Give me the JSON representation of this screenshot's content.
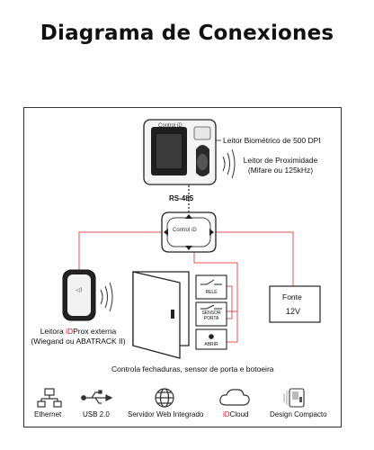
{
  "title": "Diagrama de Conexiones",
  "brand": "Control iD",
  "labels": {
    "biometric": "Leitor Biométrico de 500 DPI",
    "proximity_line1": "Leitor de Proximidade",
    "proximity_line2": "(Mifare ou 125kHz)",
    "rs485": "RS-485",
    "fonte": "Fonte",
    "voltage": "12V",
    "rele": "RELÉ",
    "sensor_line1": "SENSOR",
    "sensor_line2": "PORTA",
    "abrir": "ABRIR",
    "external_reader_prefix": "Leitora ",
    "external_reader_brand": "iD",
    "external_reader_suffix": "Prox externa",
    "external_reader_line2": "(Wiegand ou ABATRACK II)",
    "controls": "Controla fechaduras, sensor de porta e botoeira"
  },
  "features": [
    {
      "icon": "ethernet-icon",
      "label": "Ethernet"
    },
    {
      "icon": "usb-icon",
      "label": "USB 2.0"
    },
    {
      "icon": "globe-icon",
      "label": "Servidor Web Integrado"
    },
    {
      "icon": "cloud-icon",
      "label_prefix": "iD",
      "label_suffix": "Cloud"
    },
    {
      "icon": "compact-device-icon",
      "label": "Design Compacto"
    }
  ],
  "colors": {
    "accent": "#d32020",
    "wire": "#e05050",
    "line": "#222222"
  }
}
